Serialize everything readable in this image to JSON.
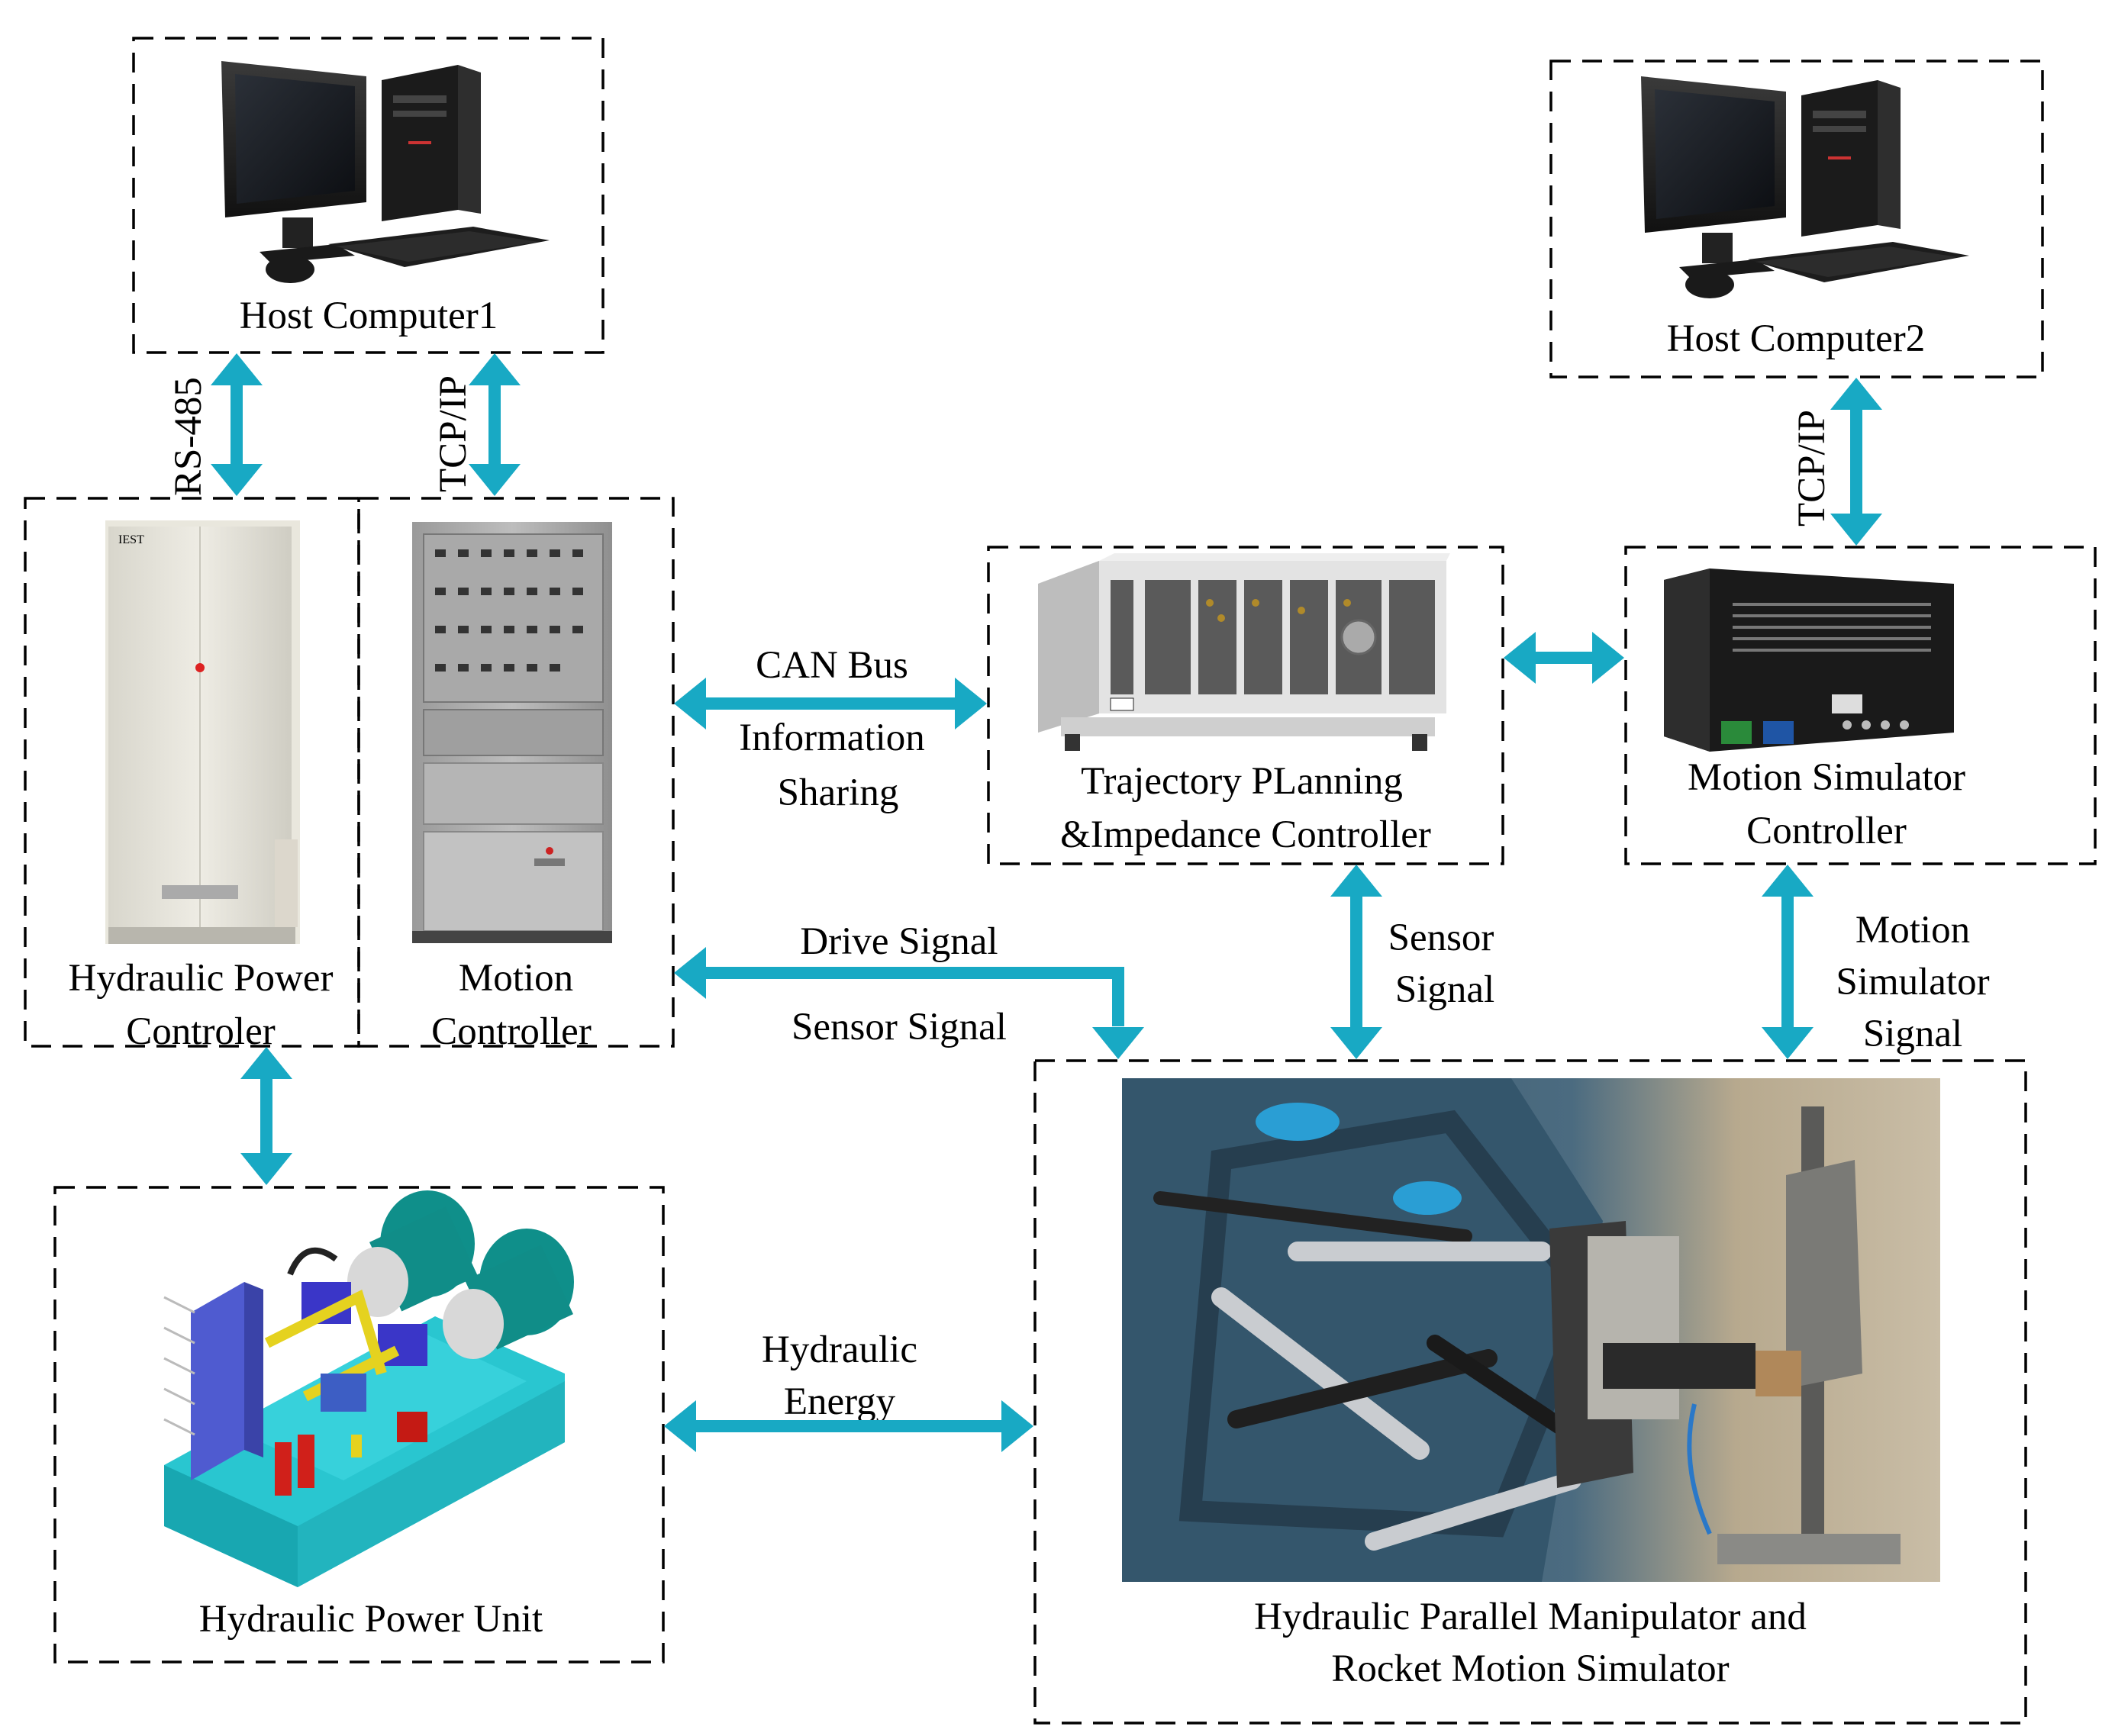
{
  "colors": {
    "arrow": "#18a9c4",
    "box_border": "#000000",
    "background": "#ffffff"
  },
  "nodes": {
    "host_computer_1": {
      "label": "Host Computer1",
      "icon": "desktop-computer-icon"
    },
    "host_computer_2": {
      "label": "Host Computer2",
      "icon": "desktop-computer-icon"
    },
    "hydraulic_power_controller": {
      "label_lines": [
        "Hydraulic Power",
        "Controler"
      ],
      "icon": "electrical-cabinet-icon"
    },
    "motion_controller": {
      "label_lines": [
        "Motion",
        "Controller"
      ],
      "icon": "control-cabinet-icon"
    },
    "trajectory_controller": {
      "label_lines": [
        "Trajectory PLanning",
        "&Impedance Controller"
      ],
      "icon": "pxi-chassis-icon"
    },
    "motion_simulator_controller": {
      "label_lines": [
        "Motion Simulator",
        "Controller"
      ],
      "icon": "servo-drive-icon"
    },
    "hydraulic_power_unit": {
      "label": "Hydraulic Power Unit",
      "icon": "hydraulic-pump-unit-icon"
    },
    "manipulator": {
      "label_lines": [
        "Hydraulic Parallel Manipulator and",
        "Rocket Motion Simulator"
      ],
      "icon": "parallel-manipulator-photo"
    }
  },
  "links": {
    "rs485": {
      "label": "RS-485"
    },
    "tcpip_1": {
      "label": "TCP/IP"
    },
    "tcpip_2": {
      "label": "TCP/IP"
    },
    "can_bus": {
      "label_lines": [
        "CAN Bus",
        "Information",
        "Sharing"
      ]
    },
    "drive_sensor": {
      "top_label": "Drive Signal",
      "bottom_label": "Sensor Signal"
    },
    "sensor_signal": {
      "label_lines": [
        "Sensor",
        "Signal"
      ]
    },
    "motion_simulator_signal": {
      "label_lines": [
        "Motion",
        "Simulator",
        "Signal"
      ]
    },
    "hydraulic_energy": {
      "label_lines": [
        "Hydraulic",
        "Energy"
      ]
    }
  }
}
